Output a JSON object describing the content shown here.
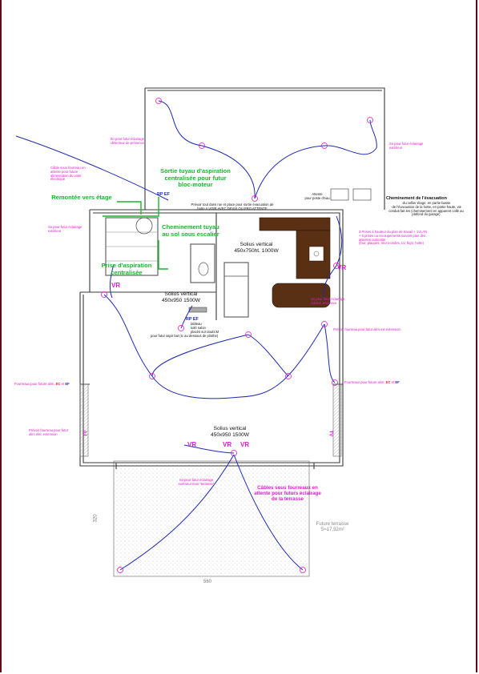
{
  "labels": {
    "sortie_aspiration": "Sortie tuyau d'aspiration\ncentralisée pour futur\nbloc-moteur",
    "remontee_etage": "Remontée vers étage",
    "cheminement_tuyau": "Cheminement tuyau\nau sol sous escalier",
    "prise_aspiration": "Prise d'aspiration\ncentralisée",
    "solius_kitchen": "Solius vertical\n450x750ht. 1000W",
    "solius_left": "Solius vertical\n450x950 1500W",
    "solius_bottom": "Solius vertical\n450x950 1500W",
    "prevoir_place": "Prévoir tout dans rue et place pour sortie évacuation de\nhotte A VOIR AVEC DEVIS OU PRO ATTENTE",
    "attente_eau": "Attente",
    "attente_eau_2": "pour poste d'eau",
    "cheminement_remontee_title": "Cheminement de l'évacuation",
    "cheminement_remontee": "-du cellier étage, en partie basse\n-de l'évacuation de la hotte, en partie haute, vie\nconduit fait les (cheminement en apparent collé au\nplafond du garage)",
    "prise_hauteur": "3 Prises à hauteur du plan de travail + 1VLAN\n+ 6 prises ou recoupements suivant plan des\nattentes cuisiniste\n(four, plaques, micro-ondes, LV, frigo, hotte)",
    "so_futur_detecteur": "So pour futur éclairage\ndétecteur de présence",
    "so_futur_exterieur": "So pour futur éclairage\nextérieur",
    "cable_fourreau": "Câble sous fourreau en\nattente pour future\nalimentation du volet\nélectrique",
    "so_futur_eclairage_ext": "So pour futur éclairage\nextérieur",
    "so_futur_cuisine": "So pour futur éclairage\ncuisine ambiance",
    "prevoir_fourreau_ext": "Prévoir fourreau pour futur alim ext extension",
    "fourreaux_left": "Fourreaux pour future alim. ",
    "fourreaux_right": "Fourreaux pour future alim. ",
    "prevoir_fourreau_left": "Prévoir fourreau pour futur\nalim elec extension",
    "rp_box": "RP EF",
    "tableau_note": "tableau\nsolé salon\nplacés sur doubl.M",
    "tableau_note2": "pour futur aspir bat (tc au dessous de plinthe)",
    "so_terrasse": "So pour futur éclairage\nextérieur tous \"terrasse\"",
    "cables_terrasse": "Câbles sous fourreaux en\nattente pour futurs éclairage\nde la terrasse",
    "future_terrasse": "Future terrasse\nS=17,92m²",
    "dim_width": "560",
    "dim_height": "320",
    "rp_top": "RP EF",
    "tv_left": "TV",
    "tv_right": "TV"
  },
  "vr_labels": [
    "VR",
    "VR",
    "VR",
    "VR",
    "VR"
  ],
  "colors": {
    "wire": "#1e2ab0",
    "annotation": "#e01ad0",
    "note": "#16b82c",
    "wall": "#3a3a3a",
    "furniture": "#5a3014",
    "frame": "#5a0a14"
  }
}
